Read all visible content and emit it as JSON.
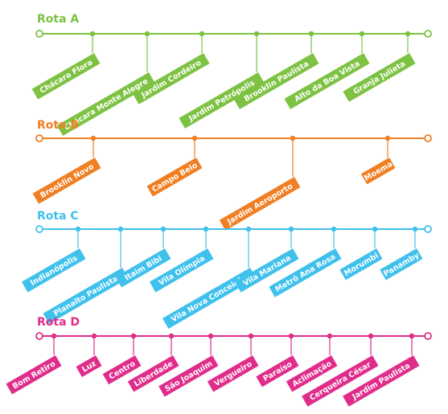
{
  "routes": [
    {
      "id": "A",
      "title": "Rota A",
      "color": "#7dc242",
      "stops": [
        "Chácara Flora",
        "Chácara Monte Alegre",
        "Jardim Cordeiro",
        "Jardim Petrópolis",
        "Brooklin Paulista",
        "Alto da Boa Vista",
        "Granja Julieta"
      ]
    },
    {
      "id": "B",
      "title": "Rota B",
      "color": "#f07f23",
      "stops": [
        "Brooklin Novo",
        "Campo Belo",
        "Jardim Aeroporto",
        "Moema"
      ]
    },
    {
      "id": "C",
      "title": "Rota C",
      "color": "#3fc1ec",
      "stops": [
        "Indianópolis",
        "Planalto Paulista",
        "Itaim Bibi",
        "Vila Olímpia",
        "Vila Nova Conceição",
        "Vila Mariana",
        "Metrô Ana Rosa",
        "Morumbi",
        "Panamby"
      ]
    },
    {
      "id": "D",
      "title": "Rota D",
      "color": "#e02d8b",
      "stops": [
        "Bom Retiro",
        "Luz",
        "Centro",
        "Liberdade",
        "São Joaquim",
        "Vergueiro",
        "Paraíso",
        "Aclimação",
        "Cerqueira César",
        "Jardim Paulista"
      ]
    }
  ]
}
